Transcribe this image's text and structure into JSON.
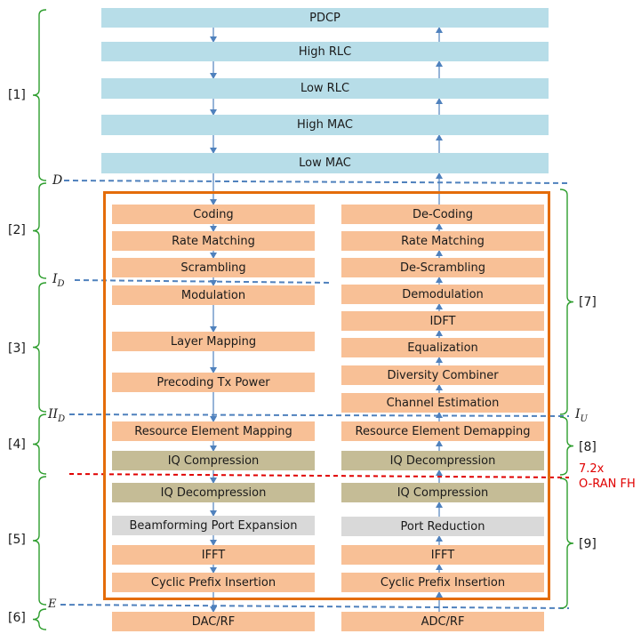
{
  "colors": {
    "higher_layer": "#b7dde8",
    "phy_block": "#f8c096",
    "iq_block": "#c5bc96",
    "neutral_block": "#d9d9d9",
    "phy_frame": "#e46c0a",
    "brace": "#2e9e2e",
    "split_line": "#4f81bd",
    "fh_line": "#e00000",
    "arrow": "#4f81bd"
  },
  "higher_layers": [
    "PDCP",
    "High RLC",
    "Low RLC",
    "High MAC",
    "Low MAC"
  ],
  "downlink": {
    "blocks": [
      "Coding",
      "Rate Matching",
      "Scrambling",
      "Modulation",
      "Layer Mapping",
      "Precoding Tx Power",
      "Resource Element Mapping",
      "IQ Compression",
      "IQ Decompression",
      "Beamforming Port Expansion",
      "IFFT",
      "Cyclic Prefix Insertion"
    ],
    "rf": "DAC/RF"
  },
  "uplink": {
    "blocks": [
      "De-Coding",
      "Rate Matching",
      "De-Scrambling",
      "Demodulation",
      "IDFT",
      "Equalization",
      "Diversity Combiner",
      "Channel Estimation",
      "Resource Element Demapping",
      "IQ Decompression",
      "IQ Compression",
      "Port Reduction",
      "IFFT",
      "Cyclic Prefix Insertion"
    ],
    "rf": "ADC/RF"
  },
  "left_brackets": [
    "[1]",
    "[2]",
    "[3]",
    "[4]",
    "[5]",
    "[6]"
  ],
  "right_brackets": [
    "[7]",
    "[8]",
    "[9]"
  ],
  "split_points": {
    "d": "D",
    "id_base": "I",
    "id_sub": "D",
    "iid_base": "II",
    "iid_sub": "D",
    "iu_base": "I",
    "iu_sub": "U",
    "e": "E"
  },
  "fronthaul": {
    "line1": "7.2x",
    "line2": "O-RAN FH"
  }
}
